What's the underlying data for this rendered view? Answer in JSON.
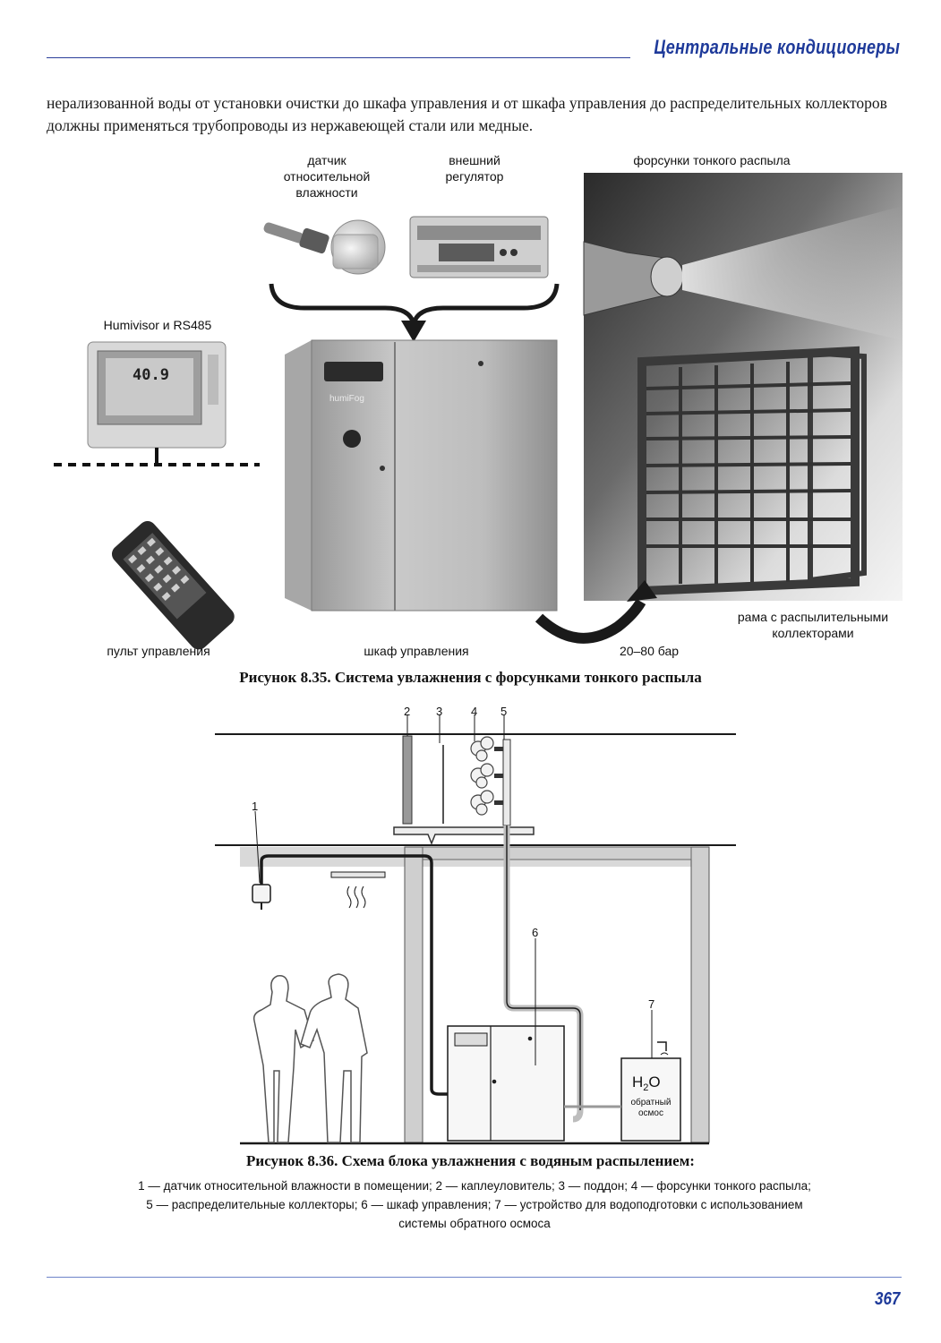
{
  "header": {
    "title": "Центральные кондиционеры"
  },
  "paragraph": "нерализованной воды от установки очистки до шкафа управления и от шкафа управления до распределительных коллекторов должны применяться трубопроводы из нержавеющей стали или медные.",
  "figure1": {
    "labels": {
      "humidity_sensor": "датчик относительной влажности",
      "external_regulator": "внешний регулятор",
      "nozzles": "форсунки тонкого распыла",
      "humivisor": "Humivisor и RS485",
      "display_value": "40.9",
      "remote": "пульт управления",
      "cabinet": "шкаф управления",
      "pressure": "20–80 бар",
      "frame": "рама с распылительными коллекторами"
    },
    "caption": "Рисунок 8.35. Система увлажнения с форсунками тонкого распыла"
  },
  "figure2": {
    "numbers": [
      "1",
      "2",
      "3",
      "4",
      "5",
      "6",
      "7"
    ],
    "h2o": "H",
    "h2o_sub": "2",
    "h2o_o": "O",
    "ro_label_1": "обратный",
    "ro_label_2": "осмос",
    "caption": "Рисунок 8.36. Схема блока увлажнения с водяным распылением:",
    "legend_lines": [
      "1 — датчик относительной влажности в помещении; 2 — каплеуловитель; 3 — поддон; 4 — форсунки тонкого распыла;",
      "5 — распределительные коллекторы; 6 — шкаф управления; 7 — устройство для водоподготовки с использованием",
      "системы обратного осмоса"
    ]
  },
  "footer": {
    "page_number": "367"
  },
  "colors": {
    "accent": "#1e3a9a"
  }
}
